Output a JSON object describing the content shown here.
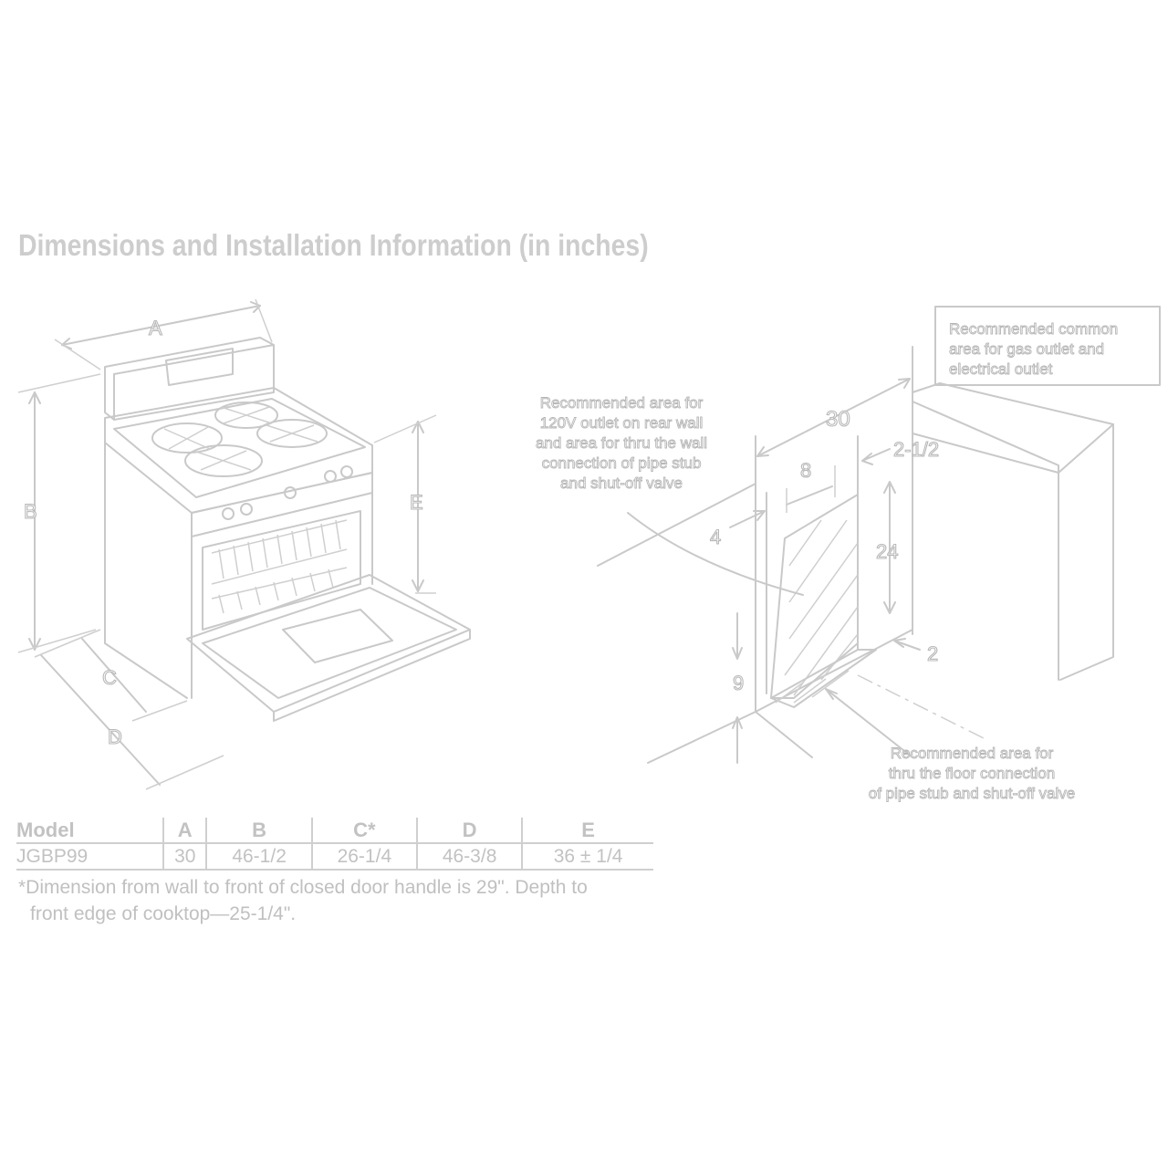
{
  "title": "Dimensions and Installation Information (in inches)",
  "range_labels": {
    "a": "A",
    "b": "B",
    "c": "C",
    "d": "D",
    "e": "E"
  },
  "install_dims": {
    "width": "30",
    "box": "8",
    "edge": "2-1/2",
    "height": "24",
    "side": "4",
    "floor": "2",
    "bottom": "9"
  },
  "notes": {
    "common": [
      "Recommended common",
      "area for gas outlet and",
      "electrical outlet"
    ],
    "wall": [
      "Recommended area for",
      "120V outlet on rear wall",
      "and area for thru the wall",
      "connection of pipe stub",
      "and shut-off valve"
    ],
    "floor": [
      "Recommended area for",
      "thru the floor connection",
      "of pipe stub and shut-off valve"
    ]
  },
  "table": {
    "headers": [
      "Model",
      "A",
      "B",
      "C*",
      "D",
      "E"
    ],
    "rows": [
      [
        "JGBP99",
        "30",
        "46-1/2",
        "26-1/4",
        "46-3/8",
        "36 ± 1/4"
      ]
    ]
  },
  "footnote": [
    "*Dimension from wall to front of closed door handle is 29\". Depth to",
    "front edge of cooktop—25-1/4\"."
  ]
}
